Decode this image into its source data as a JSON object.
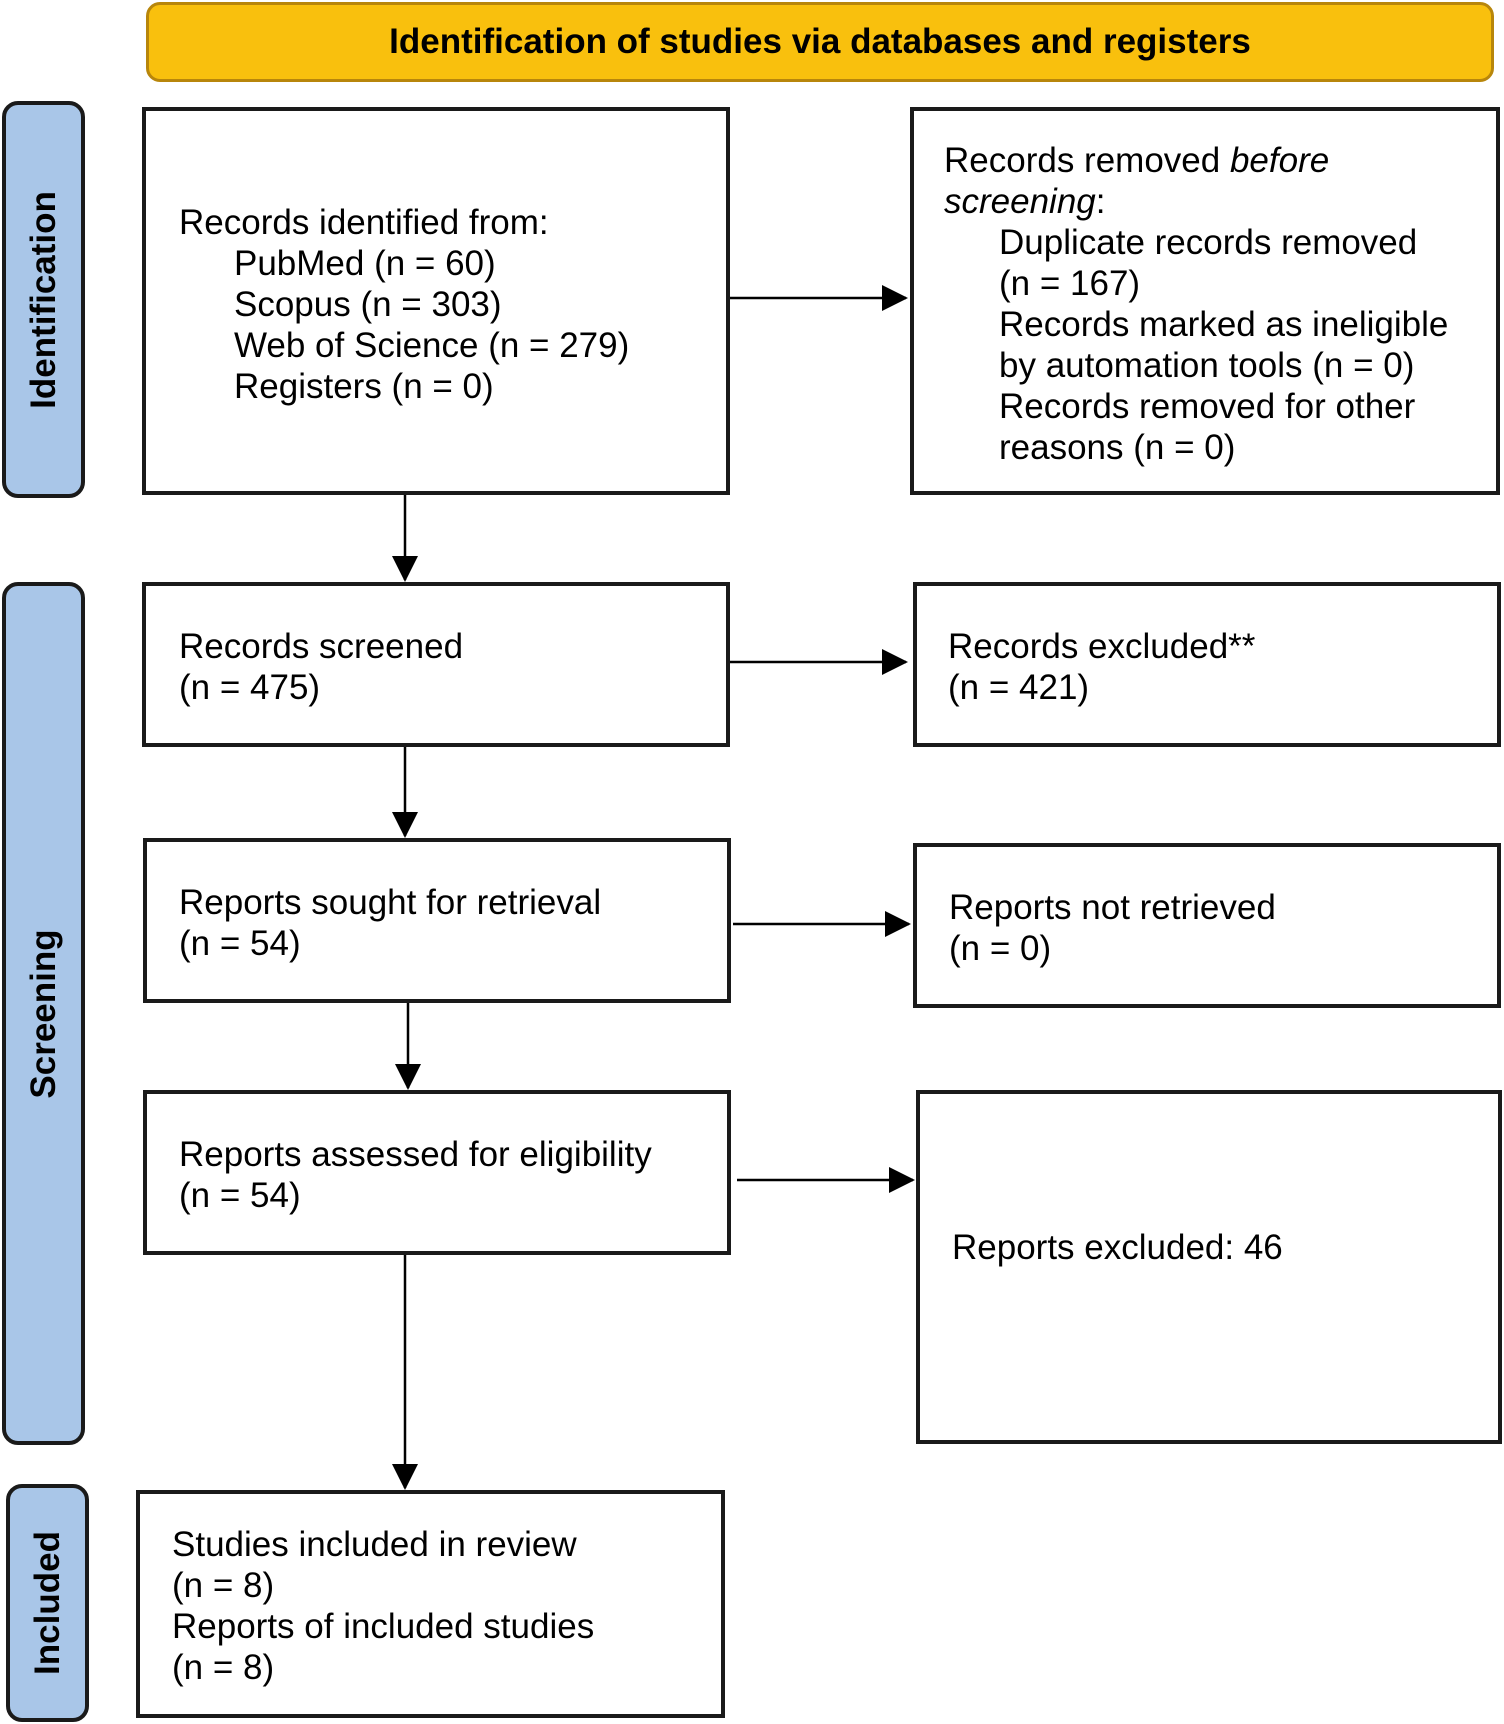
{
  "banner": {
    "title": "Identification of studies via databases and registers"
  },
  "phases": {
    "identification": "Identification",
    "screening": "Screening",
    "included": "Included"
  },
  "identified": {
    "heading": "Records identified from:",
    "sources": [
      "PubMed (n = 60)",
      "Scopus (n = 303)",
      "Web of Science (n = 279)",
      "Registers (n = 0)"
    ]
  },
  "removed": {
    "heading_prefix": "Records removed ",
    "heading_emphasis_1": "before",
    "heading_emphasis_2": "screening",
    "heading_suffix": ":",
    "lines": [
      "Duplicate records removed",
      "(n = 167)",
      "Records marked as ineligible",
      "by automation tools (n = 0)",
      "Records removed for other",
      "reasons (n = 0)"
    ]
  },
  "screened": {
    "label": "Records screened",
    "count": "(n = 475)"
  },
  "excluded": {
    "label": "Records excluded**",
    "count": "(n = 421)"
  },
  "sought": {
    "label": "Reports sought for retrieval",
    "count": "(n = 54)"
  },
  "not_retrieved": {
    "label": "Reports not retrieved",
    "count": "(n = 0)"
  },
  "assessed": {
    "label": "Reports assessed for eligibility",
    "count": "(n = 54)"
  },
  "reports_excluded": {
    "label": "Reports excluded: 46"
  },
  "included": {
    "studies_label": "Studies included in review",
    "studies_count": "(n = 8)",
    "reports_label": "Reports of included studies",
    "reports_count": "(n = 8)"
  }
}
